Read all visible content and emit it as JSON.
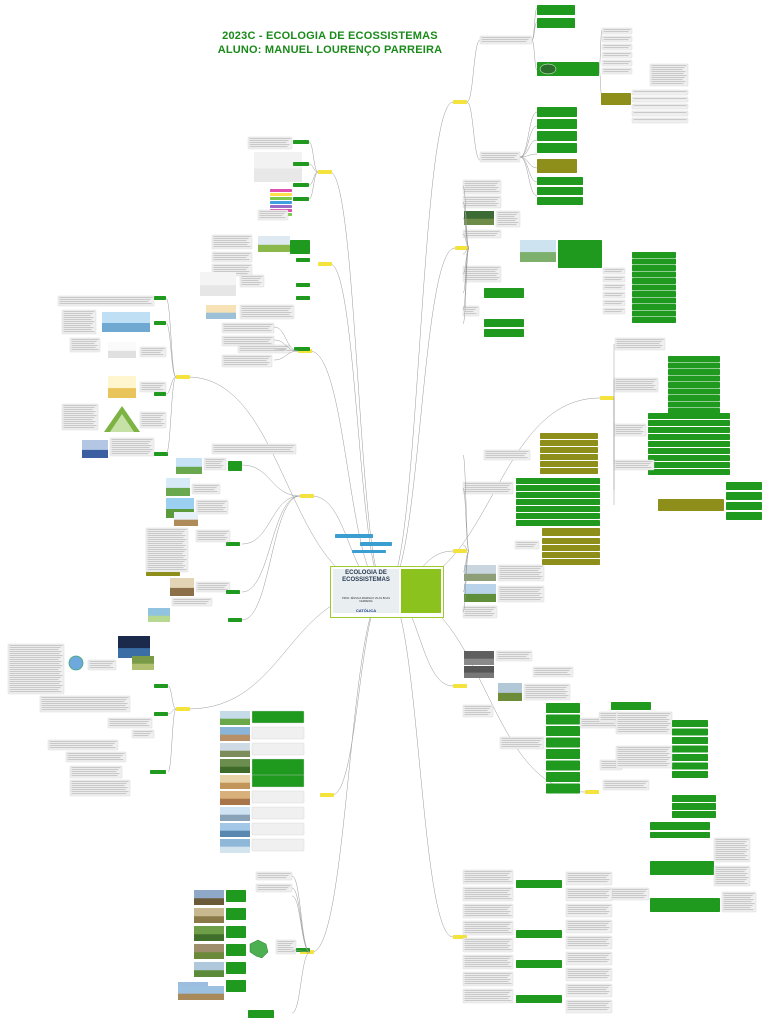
{
  "header": {
    "title_line1": "2023C - ECOLOGIA DE ECOSSISTEMAS",
    "title_line2": "ALUNO: MANUEL LOURENÇO PARREIRA"
  },
  "central_node": {
    "title": "ECOLOGIA DE ECOSSISTEMAS",
    "professor": "PROF. JÉSSICA MARINHO VILAS BOAS FERREIRA",
    "institution": "CATÓLICA"
  },
  "colors": {
    "green_node": "#1f9a1f",
    "olive_node": "#8e8e1a",
    "yellow_topic": "#f3e33c",
    "blue_tag": "#3a9fd0",
    "connector": "#9a9a9a",
    "text_box": "#f0f0f0",
    "title_color": "#1a8a1a",
    "center_border": "#9ccc2a"
  }
}
